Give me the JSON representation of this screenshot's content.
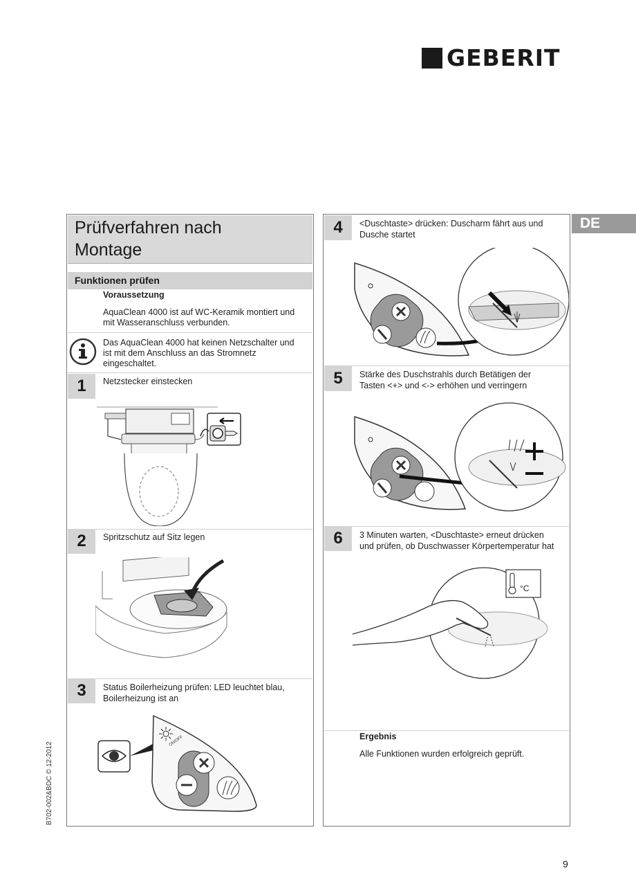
{
  "brand": {
    "logo_text": "GEBERIT"
  },
  "language_tab": "DE",
  "left": {
    "title_line1": "Prüfverfahren nach",
    "title_line2": "Montage",
    "section_heading": "Funktionen prüfen",
    "prereq_heading": "Voraussetzung",
    "prereq_text_1": "AquaClean 4000 ist auf WC-Keramik montiert und",
    "prereq_text_2": "mit Wasseranschluss verbunden.",
    "info_1": "Das AquaClean 4000 hat keinen Netzschalter und",
    "info_2": "ist mit dem Anschluss an das Stromnetz",
    "info_3": "eingeschaltet.",
    "steps": [
      {
        "number": "1",
        "text_1": "Netzstecker einstecken",
        "text_2": ""
      },
      {
        "number": "2",
        "text_1": "Spritzschutz auf Sitz legen",
        "text_2": ""
      },
      {
        "number": "3",
        "text_1": "Status Boilerheizung prüfen: LED leuchtet blau,",
        "text_2": "Boilerheizung ist an"
      }
    ]
  },
  "right": {
    "steps": [
      {
        "number": "4",
        "text_1": "<Duschtaste> drücken: Duscharm fährt aus und",
        "text_2": "Dusche startet"
      },
      {
        "number": "5",
        "text_1": "Stärke des Duschstrahls durch Betätigen der",
        "text_2": "Tasten <+> und <-> erhöhen und verringern"
      },
      {
        "number": "6",
        "text_1": "3 Minuten warten, <Duschtaste> erneut drücken",
        "text_2": "und prüfen, ob Duschwasser Körpertemperatur hat"
      }
    ],
    "result_heading": "Ergebnis",
    "result_text": "Alle Funktionen wurden erfolgreich geprüft.",
    "temp_unit": "°C"
  },
  "remote": {
    "onoff_label": "ON/OFF"
  },
  "side_code": "B702-002&BDC © 12-2012",
  "page_number": "9"
}
